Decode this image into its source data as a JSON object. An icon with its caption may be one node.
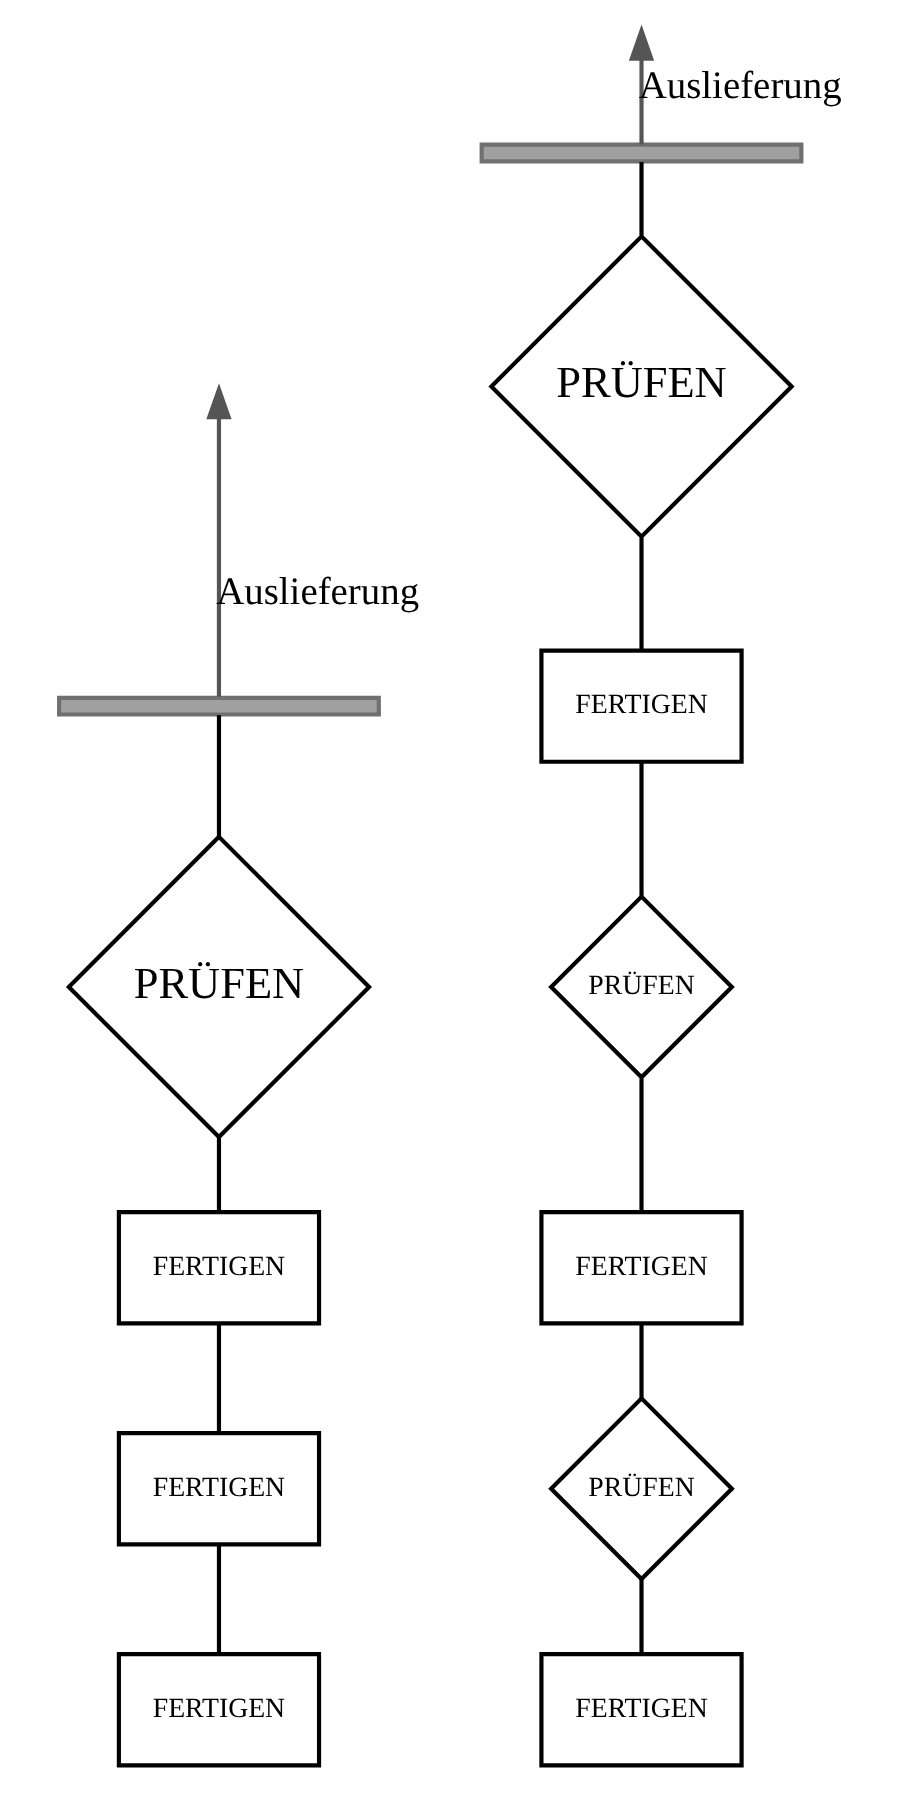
{
  "diagram": {
    "nodes": [
      {
        "text": [
          "FERTIGEN"
        ]
      },
      {
        "text": [
          "FERTIGEN"
        ]
      },
      {
        "text": [
          "FERTIGEN"
        ]
      },
      {
        "text": [
          "PRÜFEN"
        ]
      },
      {
        "text": [],
        "shape": "bar"
      },
      {
        "text": [
          "FERTIGEN"
        ]
      },
      {
        "text": [
          "PRÜFEN"
        ]
      },
      {
        "text": [
          "FERTIGEN"
        ]
      },
      {
        "text": [
          "PRÜFEN"
        ]
      },
      {
        "text": [
          "FERTIGEN"
        ]
      },
      {
        "text": [
          "PRÜFEN"
        ]
      },
      {
        "text": [],
        "shape": "bar"
      }
    ],
    "edges": [
      {
        "from": 0,
        "to": 1,
        "arrow": "none"
      },
      {
        "from": 1,
        "to": 2,
        "arrow": "none"
      },
      {
        "from": 2,
        "to": 3,
        "arrow": "none"
      },
      {
        "from": 3,
        "to": 4,
        "arrow": "none"
      },
      {
        "from": 4,
        "to": null,
        "arrow": "to",
        "label": "Auslieferung"
      },
      {
        "from": 5,
        "to": 6,
        "arrow": "none"
      },
      {
        "from": 6,
        "to": 7,
        "arrow": "none"
      },
      {
        "from": 7,
        "to": 8,
        "arrow": "none"
      },
      {
        "from": 8,
        "to": 9,
        "arrow": "none"
      },
      {
        "from": 9,
        "to": 10,
        "arrow": "none"
      },
      {
        "from": 10,
        "to": 11,
        "arrow": "none"
      },
      {
        "from": 11,
        "to": null,
        "arrow": "to",
        "label": "Auslieferung"
      }
    ]
  }
}
